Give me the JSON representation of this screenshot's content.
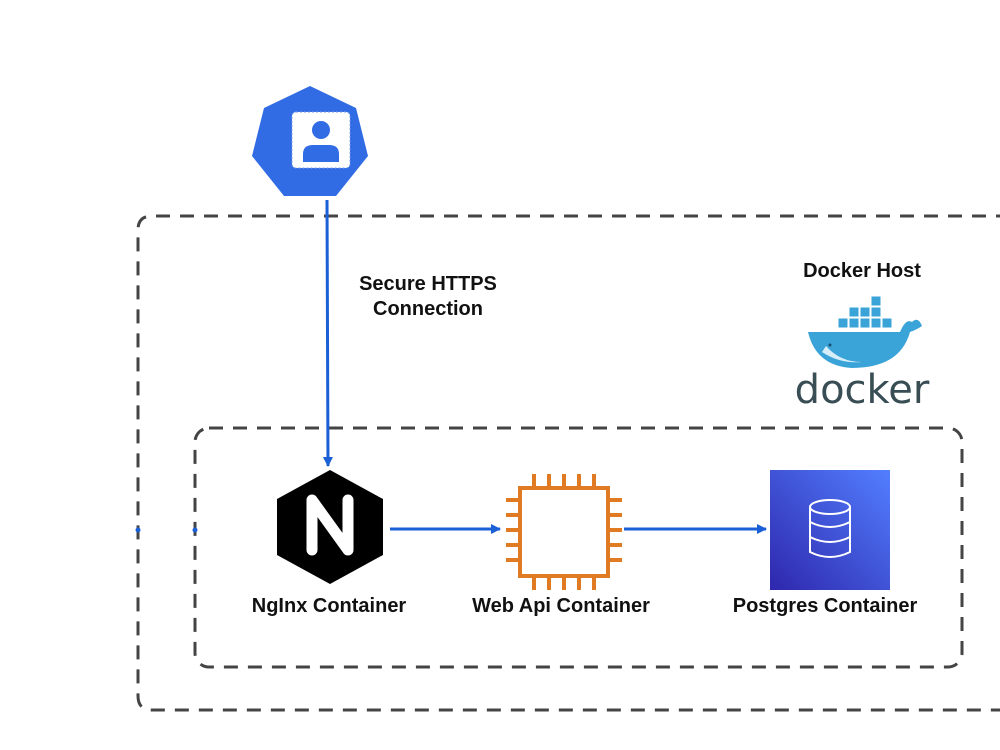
{
  "nodes": {
    "user": {
      "icon": "user-icon",
      "color": "#326ce5"
    },
    "nginx": {
      "label": "NgInx Container",
      "icon": "nginx-icon",
      "letter": "N"
    },
    "webapi": {
      "label": "Web Api Container",
      "icon": "chip-icon",
      "color": "#e07b24"
    },
    "postgres": {
      "label": "Postgres Container",
      "icon": "database-icon",
      "color_start": "#2e27ad",
      "color_end": "#527fff"
    }
  },
  "edges": {
    "user_to_nginx": {
      "label_line1": "Secure HTTPS",
      "label_line2": "Connection"
    }
  },
  "groups": {
    "docker_host": {
      "label": "Docker Host",
      "logo_text": "docker"
    }
  },
  "colors": {
    "arrow": "#1a5fd6",
    "dash": "#444444"
  }
}
